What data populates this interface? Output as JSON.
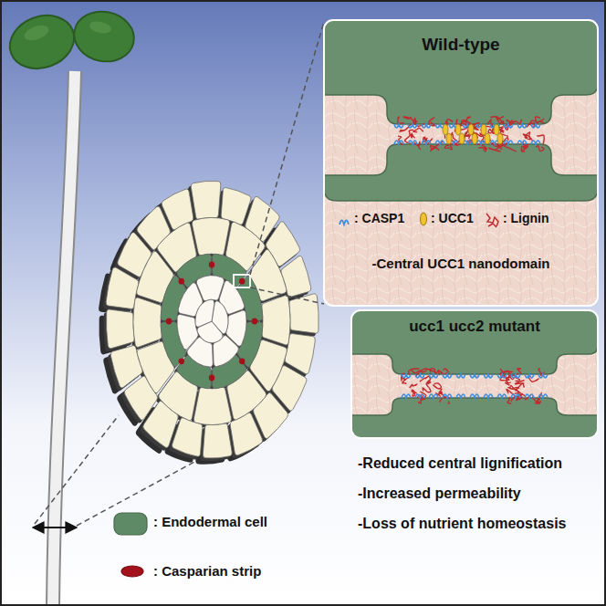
{
  "diagram": {
    "nodes": [
      {
        "text": [
          "Wild-type",
          "-Central UCC1 nanodomain"
        ]
      },
      {
        "text": [
          "ucc1 ucc2 mutant"
        ]
      }
    ],
    "labels": [
      "-Reduced central lignification",
      "-Increased permeability",
      "-Loss of nutrient homeostasis"
    ],
    "legend": [
      {
        "text": ": CASP1"
      },
      {
        "text": ": UCC1"
      },
      {
        "text": ": Lignin"
      },
      {
        "text": ": Endodermal cell",
        "color": "#5e8a66"
      },
      {
        "text": ": Casparian strip",
        "color": "#a3121a"
      }
    ]
  }
}
